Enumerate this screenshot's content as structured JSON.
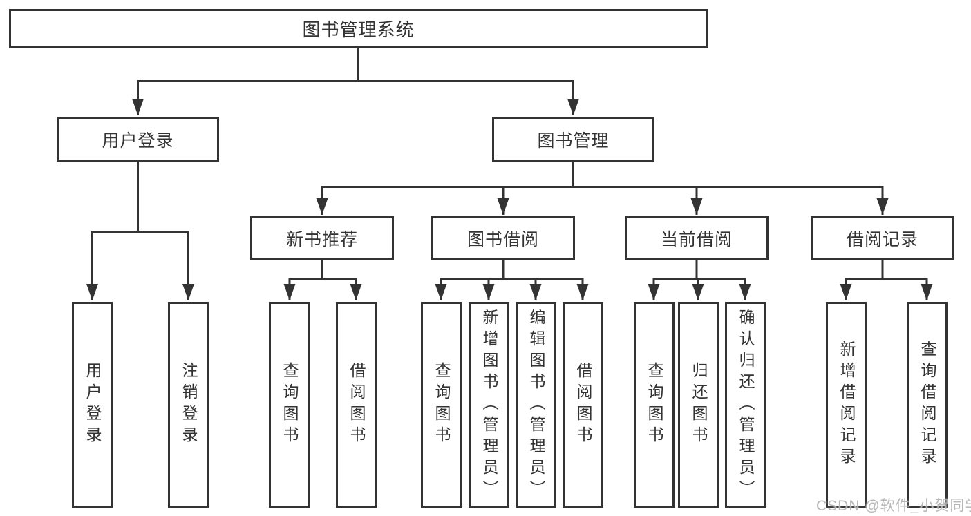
{
  "diagram": {
    "root": "图书管理系统",
    "login_branch": {
      "label": "用户登录",
      "children": [
        "用户登录",
        "注销登录"
      ]
    },
    "management_branch": {
      "label": "图书管理",
      "sections": [
        {
          "label": "新书推荐",
          "children": [
            "查询图书",
            "借阅图书"
          ]
        },
        {
          "label": "图书借阅",
          "children": [
            "查询图书",
            "新增图书（管理员）",
            "编辑图书（管理员）",
            "借阅图书"
          ]
        },
        {
          "label": "当前借阅",
          "children": [
            "查询图书",
            "归还图书",
            "确认归还（管理员）"
          ]
        },
        {
          "label": "借阅记录",
          "children": [
            "新增借阅记录",
            "查询借阅记录"
          ]
        }
      ]
    }
  },
  "colors": {
    "line": "#333333",
    "text": "#333333",
    "watermark": "#afafaf"
  },
  "watermark": "CSDN @软件_小贺同学"
}
